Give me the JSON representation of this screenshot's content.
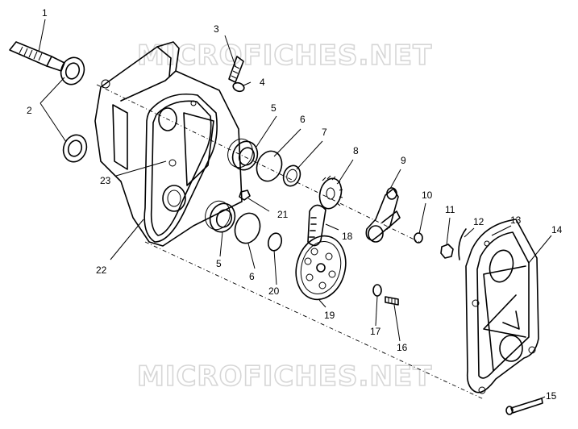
{
  "watermark": "MICROFICHES.NET",
  "callouts": {
    "c1": "1",
    "c2": "2",
    "c3": "3",
    "c4": "4",
    "c5a": "5",
    "c5b": "5",
    "c6a": "6",
    "c6b": "6",
    "c7": "7",
    "c8": "8",
    "c9": "9",
    "c10": "10",
    "c11": "11",
    "c12": "12",
    "c13": "13",
    "c14": "14",
    "c15": "15",
    "c16": "16",
    "c17": "17",
    "c18": "18",
    "c19": "19",
    "c20": "20",
    "c21": "21",
    "c22": "22",
    "c23": "23"
  }
}
